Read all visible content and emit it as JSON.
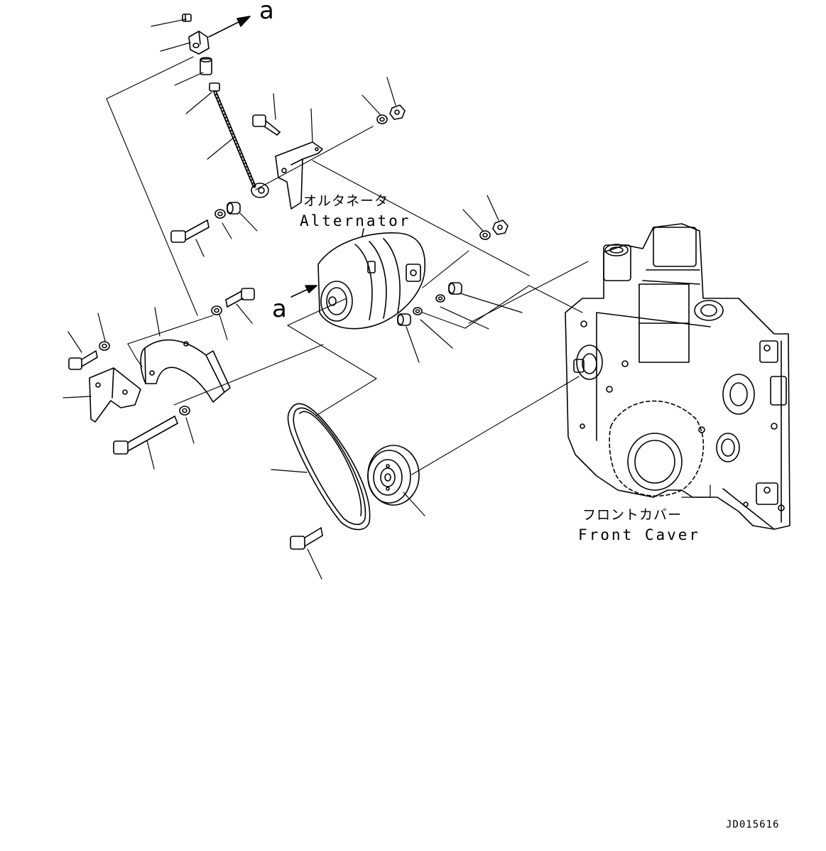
{
  "labels": {
    "alternator_jp": "オルタネータ",
    "alternator_en": "Alternator",
    "front_cover_jp": "フロントカバー",
    "front_cover_en": "Front Caver",
    "ref_a": "a",
    "doc_id": "JD015616"
  },
  "colors": {
    "ink": "#000000",
    "paper": "#ffffff"
  }
}
